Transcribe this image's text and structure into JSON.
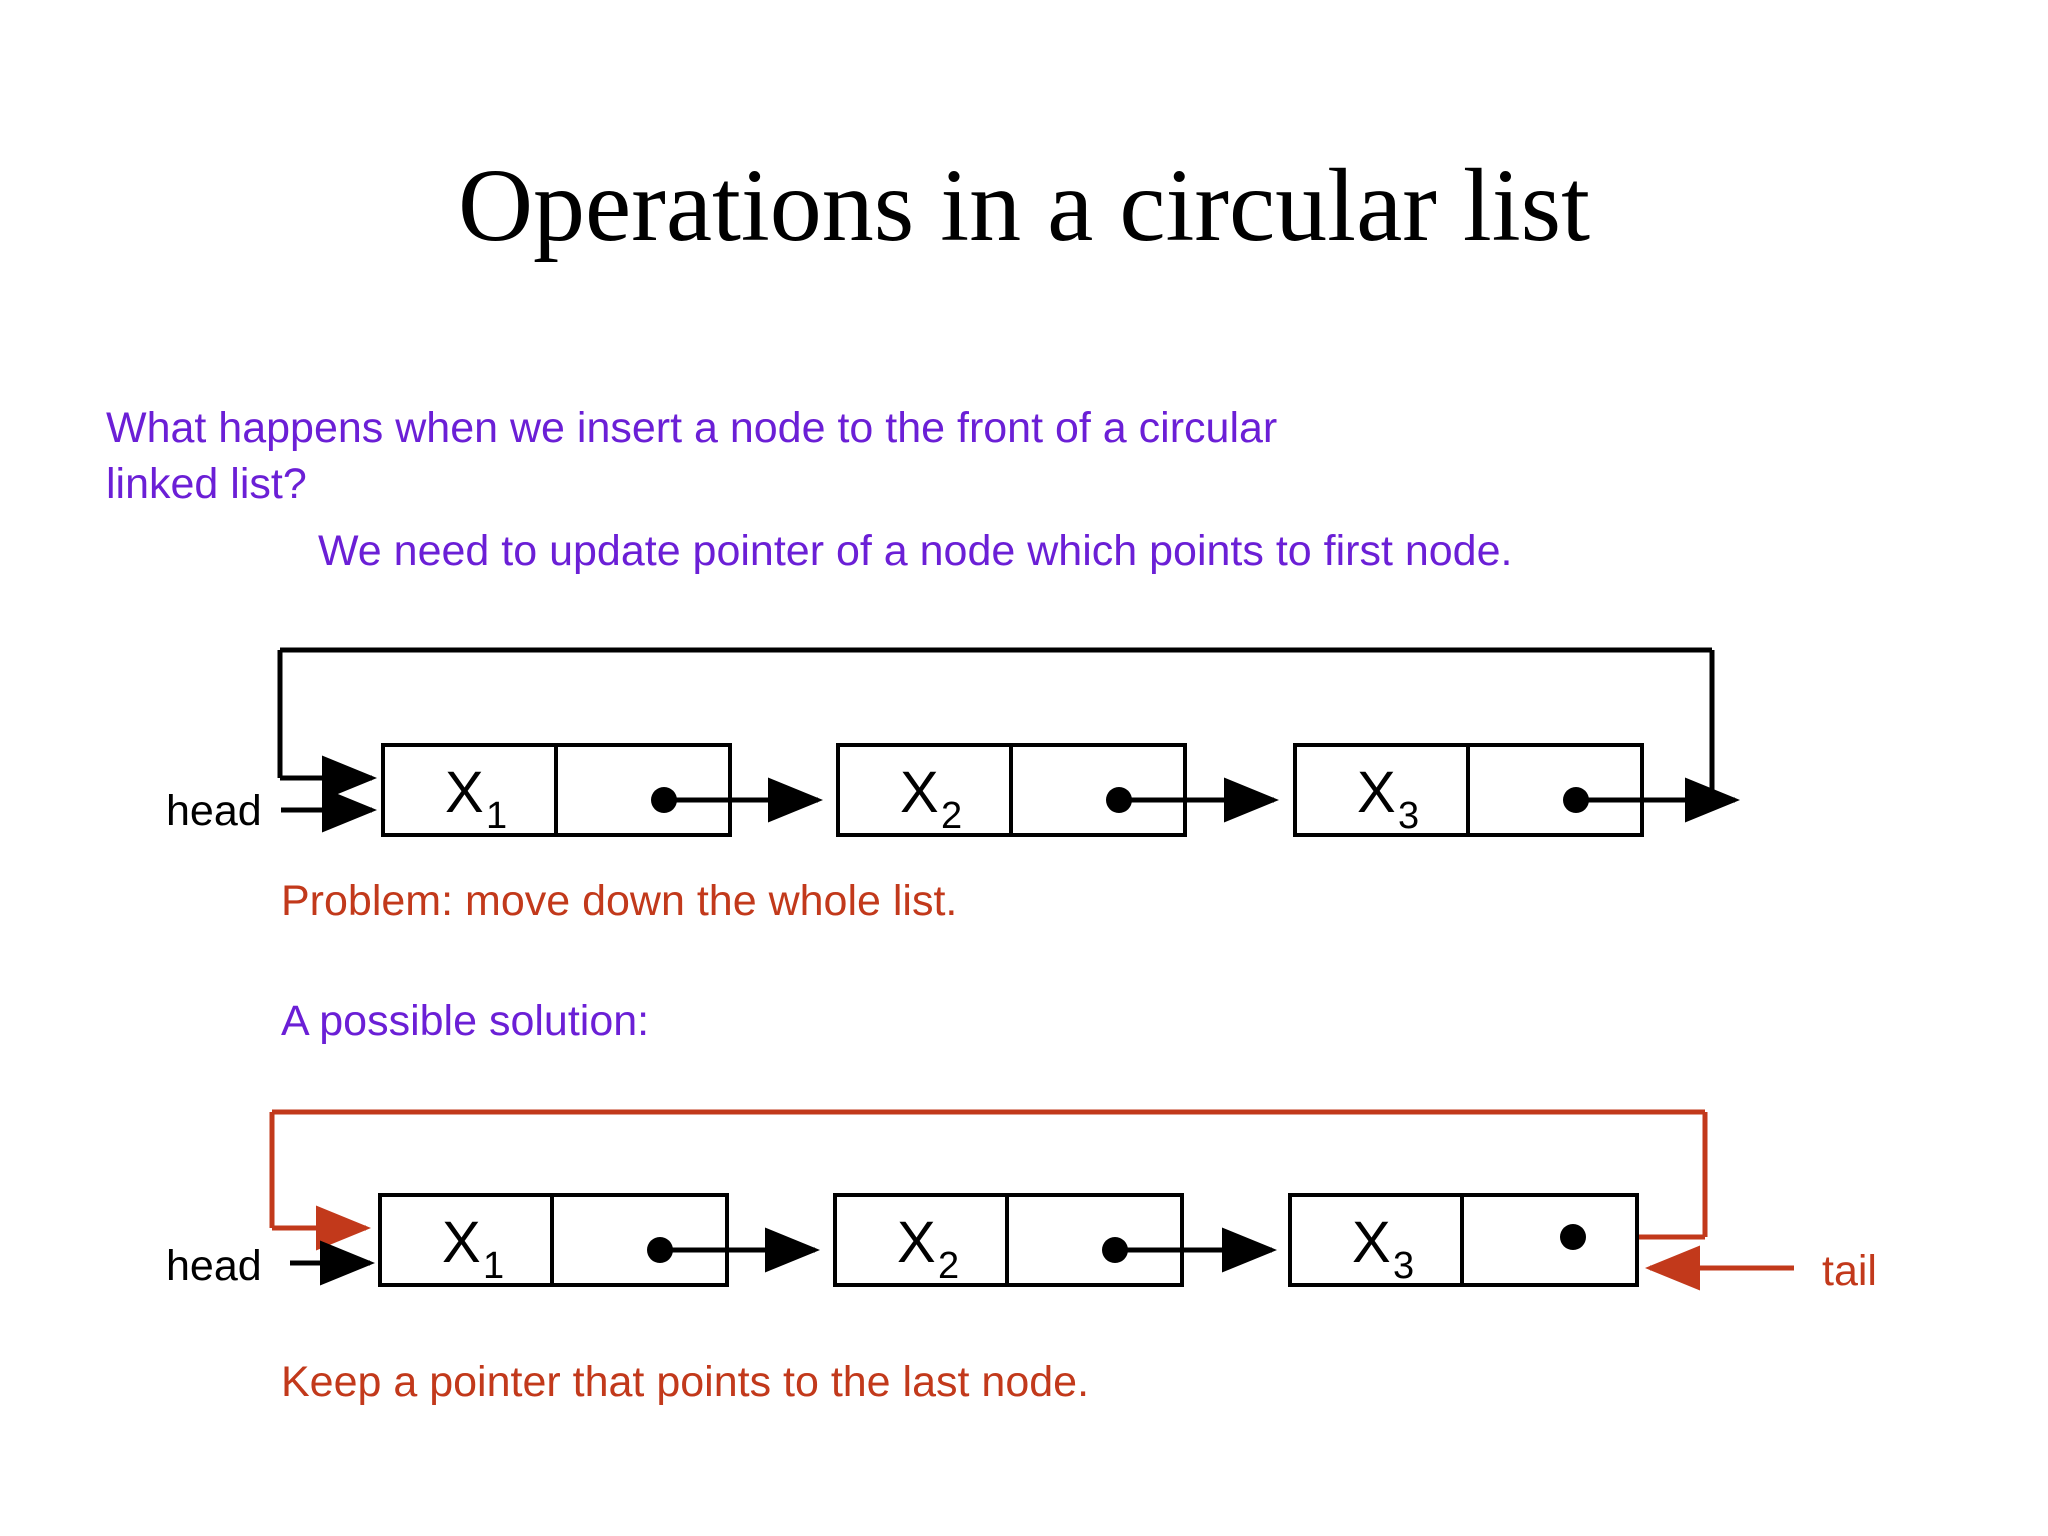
{
  "slide": {
    "title": "Operations in a circular list",
    "background_color": "#ffffff"
  },
  "colors": {
    "purple": "#6B1FD6",
    "orange": "#C2391B",
    "black": "#000000"
  },
  "text_blocks": {
    "question_line_1": "What happens when we insert a node to the front of a circular",
    "question_line_2": "linked list?",
    "answer_line": "We need to update pointer of a node which points to first node.",
    "problem_note": "Problem: move down the whole list.",
    "solution_note": "A possible solution:",
    "keep_note": "Keep a pointer that points to the last node."
  },
  "diagram_top": {
    "head_label": "head",
    "nodes": [
      {
        "value": "X",
        "subscript": "1"
      },
      {
        "value": "X",
        "subscript": "2"
      },
      {
        "value": "X",
        "subscript": "3"
      }
    ]
  },
  "diagram_bottom": {
    "head_label": "head",
    "tail_label": "tail",
    "nodes": [
      {
        "value": "X",
        "subscript": "1"
      },
      {
        "value": "X",
        "subscript": "2"
      },
      {
        "value": "X",
        "subscript": "3"
      }
    ]
  }
}
